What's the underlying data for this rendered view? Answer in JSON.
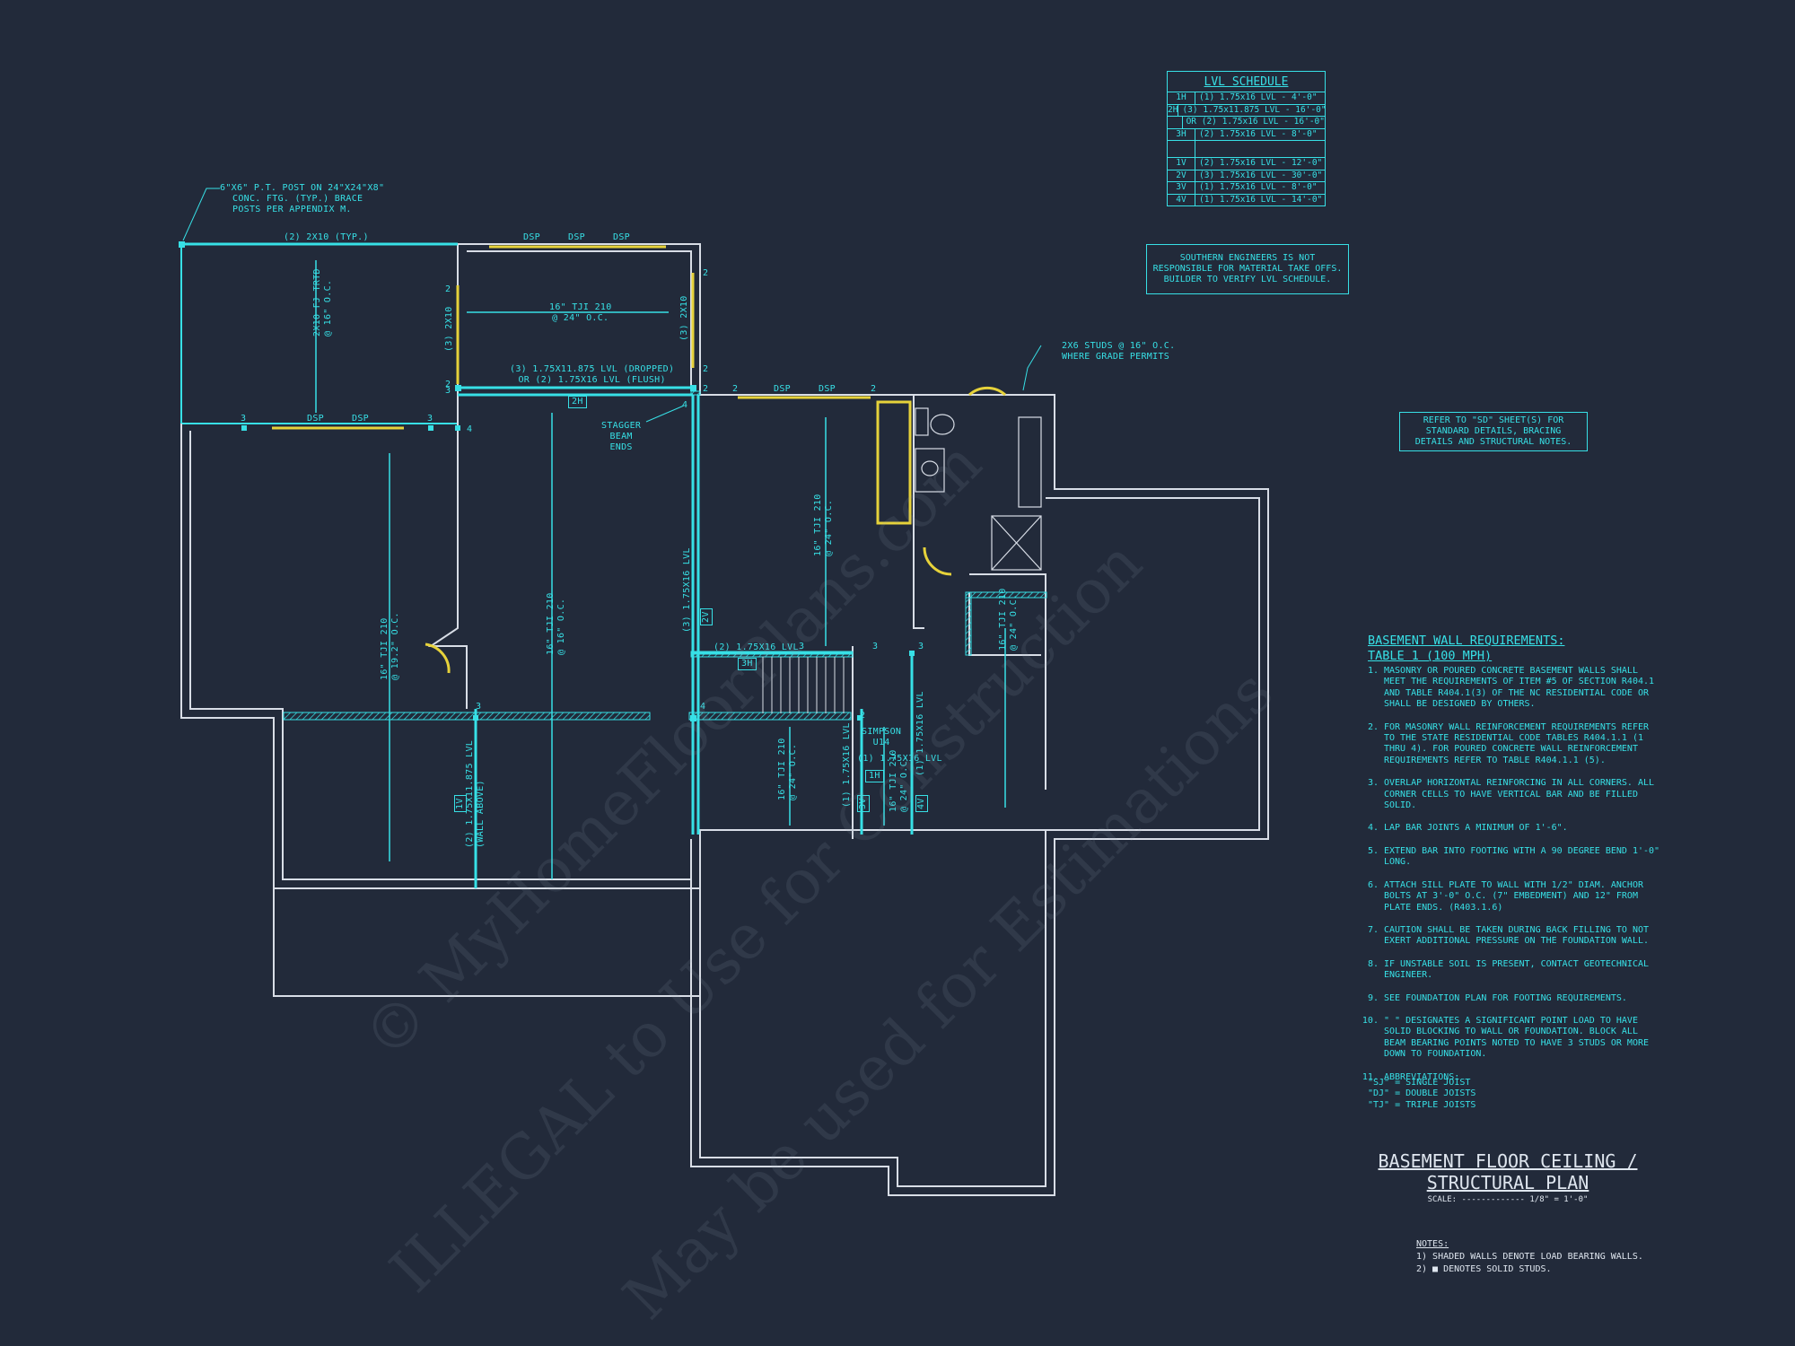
{
  "lvl_schedule": {
    "title": "LVL SCHEDULE",
    "rows": [
      {
        "code": "1H",
        "desc": "(1) 1.75x16 LVL - 4'-0\""
      },
      {
        "code": "2H",
        "desc": "(3) 1.75x11.875 LVL - 16'-0\""
      },
      {
        "code": "",
        "desc": "OR (2) 1.75x16 LVL - 16'-0\""
      },
      {
        "code": "3H",
        "desc": "(2) 1.75x16 LVL - 8'-0\""
      },
      {
        "code": "",
        "desc": ""
      },
      {
        "code": "1V",
        "desc": "(2) 1.75x16 LVL - 12'-0\""
      },
      {
        "code": "2V",
        "desc": "(3) 1.75x16 LVL - 30'-0\""
      },
      {
        "code": "3V",
        "desc": "(1) 1.75x16 LVL - 8'-0\""
      },
      {
        "code": "4V",
        "desc": "(1) 1.75x16 LVL - 14'-0\""
      }
    ]
  },
  "disclaimer_note": {
    "line1": "SOUTHERN ENGINEERS IS NOT",
    "line2": "RESPONSIBLE FOR MATERIAL TAKE OFFS.",
    "line3": "BUILDER TO VERIFY LVL SCHEDULE."
  },
  "refer_note": {
    "line1": "REFER TO \"SD\" SHEET(S) FOR",
    "line2": "STANDARD DETAILS, BRACING",
    "line3": "DETAILS AND STRUCTURAL NOTES."
  },
  "callouts": {
    "post": [
      "6\"x6\" P.T. POST ON 24\"x24\"x8\"",
      "CONC. FTG. (TYP.) BRACE",
      "POSTS PER APPENDIX M."
    ],
    "studs": [
      "2x6 STUDS @ 16\" O.C.",
      "WHERE GRADE PERMITS"
    ],
    "stagger": [
      "STAGGER",
      "BEAM",
      "ENDS"
    ],
    "simpson": [
      "SIMPSON",
      "U14"
    ]
  },
  "plan_labels": {
    "porch_beam": "(2) 2x10 (TYP.)",
    "porch_joist": "2x10 FJ TRTD",
    "porch_joist_oc": "@ 16\" O.C.",
    "top_joist": "16\" TJI 210",
    "top_joist_oc": "@ 24\" O.C.",
    "left_2x10": "(3) 2x10",
    "right_2x10": "(3) 2x10",
    "lvl_dropped": "(3) 1.75x11.875 LVL (DROPPED)",
    "lvl_flush": "OR (2) 1.75x16 LVL (FLUSH)",
    "tag_2h": "2H",
    "left_joist": "16\" TJI 210",
    "left_joist_oc": "@ 19.2\" O.C.",
    "mid_joist": "16\" TJI 210",
    "mid_joist_oc": "@ 16\" O.C.",
    "vert_lvl": "(3) 1.75x16 LVL",
    "tag_2v": "2V",
    "center_joist": "16\" TJI 210",
    "center_joist_oc": "@ 24\" O.C.",
    "stair_lvl": "(2) 1.75x16 LVL",
    "tag_3h": "3H",
    "right_joist": "16\" TJI 210",
    "right_joist_oc": "@ 24\" O.C.",
    "low_lvl": "(2) 1.75x11.875 LVL",
    "low_lvl_note": "(WALL ABOVE)",
    "tag_1v": "1V",
    "lower_joist": "16\" TJI 210",
    "lower_joist_oc": "@ 24\" O.C.",
    "lvl_1v_a": "(1) 1.75x16 LVL",
    "tag_3v": "3V",
    "lvl_1h": "(1) 1.75x16 LVL",
    "tag_1h": "1H",
    "lower_joist2": "16\" TJI 210",
    "lower_joist2_oc": "@ 24\" O.C.",
    "lvl_4v": "(1) 1.75x16 LVL",
    "tag_4v": "4V",
    "dsp": "DSP",
    "n2": "2",
    "n3": "3",
    "n4": "4"
  },
  "wall_requirements": {
    "heading1": "BASEMENT WALL REQUIREMENTS:",
    "heading2": "TABLE 1 (100 MPH)",
    "items": [
      "MASONRY OR POURED CONCRETE BASEMENT WALLS SHALL MEET THE REQUIREMENTS OF ITEM #5 OF SECTION R404.1 AND TABLE R404.1(3) OF THE NC RESIDENTIAL CODE OR SHALL BE DESIGNED BY OTHERS.",
      "FOR MASONRY WALL REINFORCEMENT REQUIREMENTS REFER TO THE STATE RESIDENTIAL CODE TABLES R404.1.1 (1 THRU 4). FOR POURED CONCRETE WALL REINFORCEMENT REQUIREMENTS REFER TO TABLE R404.1.1 (5).",
      "OVERLAP HORIZONTAL REINFORCING IN ALL CORNERS. ALL CORNER CELLS TO HAVE VERTICAL BAR AND BE FILLED SOLID.",
      "LAP BAR JOINTS A MINIMUM OF 1'-6\".",
      "EXTEND BAR INTO FOOTING WITH A 90 DEGREE BEND 1'-0\" LONG.",
      "ATTACH SILL PLATE TO WALL WITH 1/2\" DIAM. ANCHOR BOLTS AT 3'-0\" O.C. (7\" EMBEDMENT) AND 12\" FROM PLATE ENDS. (R403.1.6)",
      "CAUTION SHALL BE TAKEN DURING BACK FILLING TO NOT EXERT ADDITIONAL PRESSURE ON THE FOUNDATION WALL.",
      "IF UNSTABLE SOIL IS PRESENT, CONTACT GEOTECHNICAL ENGINEER.",
      "SEE FOUNDATION PLAN FOR FOOTING REQUIREMENTS.",
      "\" \" DESIGNATES A SIGNIFICANT POINT LOAD TO HAVE SOLID BLOCKING TO WALL OR FOUNDATION. BLOCK ALL BEAM BEARING POINTS NOTED TO HAVE 3 STUDS OR MORE DOWN TO FOUNDATION.",
      "ABBREVIATIONS:"
    ],
    "abbreviations": [
      "\"SJ\" = SINGLE JOIST",
      "\"DJ\" = DOUBLE JOISTS",
      "\"TJ\" = TRIPLE JOISTS"
    ]
  },
  "title_block": {
    "line1": "BASEMENT FLOOR CEILING /",
    "line2": "STRUCTURAL PLAN",
    "scale": "SCALE: ------------- 1/8\" = 1'-0\""
  },
  "notes": {
    "heading": "NOTES:",
    "n1": "1) SHADED WALLS DENOTE LOAD BEARING WALLS.",
    "n2": "2) ■ DENOTES SOLID STUDS."
  },
  "watermark": {
    "line1": "© MyHomeFloorPlans.com",
    "line2": "ILLEGAL to Use for Construction",
    "line3": "May be used for Estimations"
  },
  "colors": {
    "background": "#222a3a",
    "cyan": "#37e0e6",
    "yellow": "#e6d23a",
    "wall": "#d8dde6"
  }
}
